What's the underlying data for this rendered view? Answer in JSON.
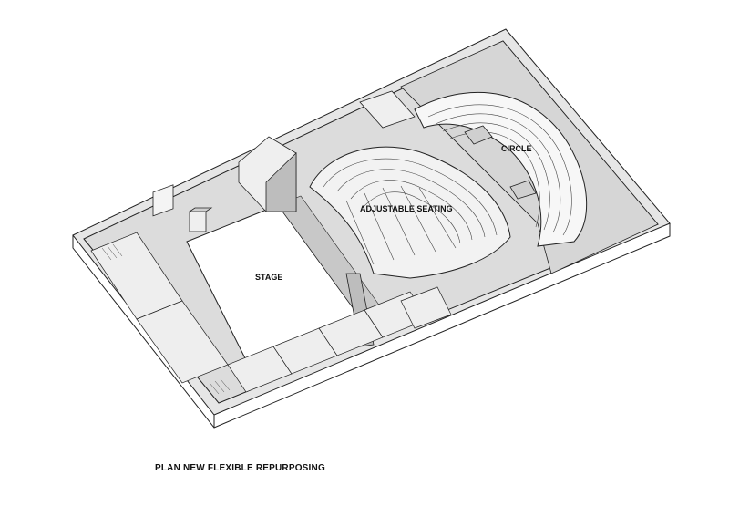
{
  "labels": {
    "stage": "STAGE",
    "adjustable_seating": "ADJUSTABLE SEATING",
    "circle": "CIRCLE"
  },
  "caption": "PLAN NEW FLEXIBLE REPURPOSING",
  "colors": {
    "floor": "#d9d9d9",
    "stage": "#ffffff",
    "seating": "#f2f2f2",
    "line": "#222222",
    "shadow": "#bdbdbd"
  }
}
